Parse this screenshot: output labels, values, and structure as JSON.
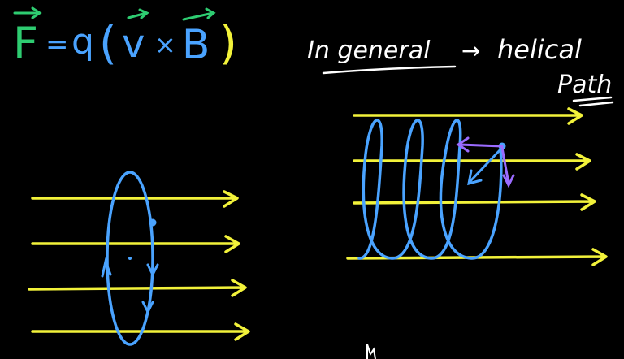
{
  "equation": {
    "F": "F",
    "equals": "=",
    "q": "q",
    "open_paren": "(",
    "v": "v",
    "times": "×",
    "B": "B",
    "close_paren": ")"
  },
  "annotation": {
    "in_general": "In general",
    "arrow": "→",
    "helical": "helical",
    "path": "Path"
  },
  "colors": {
    "background": "#000000",
    "force_vector": "#2ecc71",
    "equation": "#4aa3ff",
    "field_lines": "#f2f23a",
    "trajectory": "#4aa3ff",
    "chalk_text": "#ffffff",
    "velocity_arrow": "#9b6bff"
  }
}
